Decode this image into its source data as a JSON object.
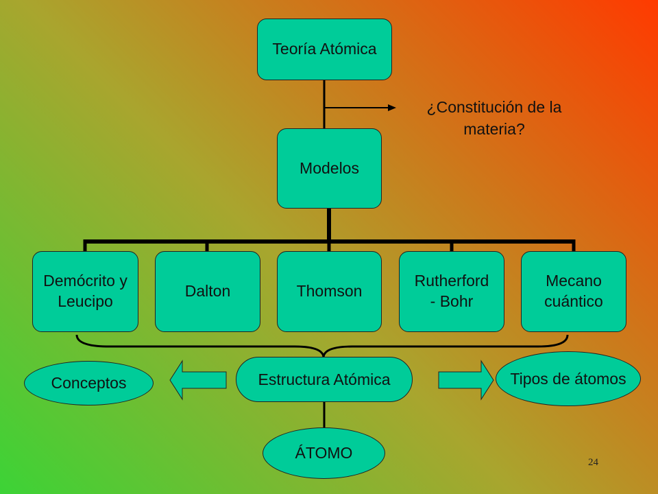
{
  "diagram": {
    "root": "Teoría Atómica",
    "question": "¿Constitución de la materia?",
    "models_node": "Modelos",
    "models": [
      "Demócrito y\nLeucipo",
      "Dalton",
      "Thomson",
      "Rutherford\n- Bohr",
      "Mecano\ncuántico"
    ],
    "structure_node": "Estructura Atómica",
    "left_node": "Conceptos",
    "right_node": "Tipos de átomos",
    "bottom_node": "ÁTOMO"
  },
  "slide_number": "24",
  "colors": {
    "node_fill": "#00cc99",
    "arrow_fill": "#00cc99",
    "line": "#000000"
  }
}
